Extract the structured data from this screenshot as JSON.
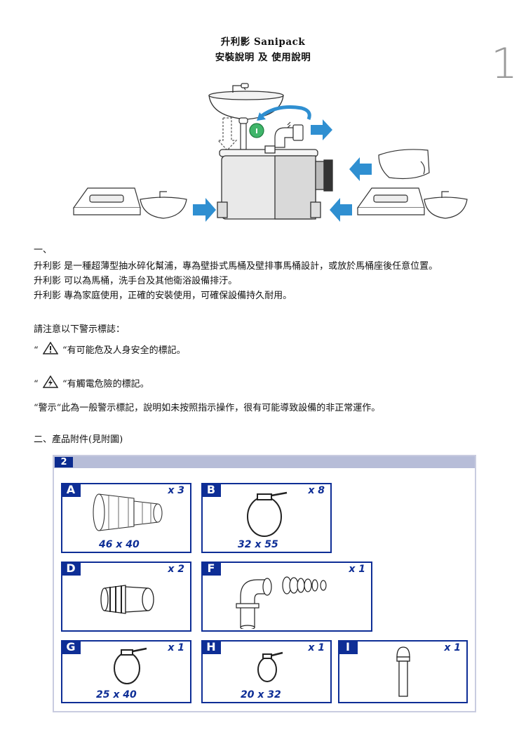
{
  "header": {
    "title_line1": "升利影 Sanipack",
    "title_line2": "安裝說明 及 使用說明",
    "page_number": "1"
  },
  "intro": {
    "section_mark": "一、",
    "lines": [
      "升利影 是一種超薄型抽水碎化幫浦，專為壁掛式馬桶及壁排事馬桶設計，或放於馬桶座後任意位置。",
      "升利影 可以為馬桶，洗手台及其他衛浴設備排汙。",
      "升利影 專為家庭使用，正確的安裝使用，可確保設備持久耐用。"
    ]
  },
  "warnings": {
    "heading": "請注意以下警示標誌：",
    "open_quote": "“",
    "item1_text": "“有可能危及人身安全的標記。",
    "item2_text": "“有觸電危險的標記。",
    "item3_text": "“警示“此為一般警示標記，說明如未按照指示操作，很有可能導致設備的非正常運作。"
  },
  "accessories": {
    "heading": "二、產品附件(見附圖)",
    "figure_number": "2",
    "items": [
      {
        "letter": "A",
        "qty": "x 3",
        "dim": "46 x 40"
      },
      {
        "letter": "B",
        "qty": "x 8",
        "dim": "32 x 55"
      },
      {
        "letter": "D",
        "qty": "x 2",
        "dim": ""
      },
      {
        "letter": "F",
        "qty": "x 1",
        "dim": ""
      },
      {
        "letter": "G",
        "qty": "x 1",
        "dim": "25 x 40"
      },
      {
        "letter": "H",
        "qty": "x 1",
        "dim": "20 x 32"
      },
      {
        "letter": "I",
        "qty": "x 1",
        "dim": ""
      }
    ]
  },
  "colors": {
    "arrow_blue": "#2f8fd1",
    "frame_blue": "#0e2e96",
    "valve_green": "#3fb56a"
  }
}
